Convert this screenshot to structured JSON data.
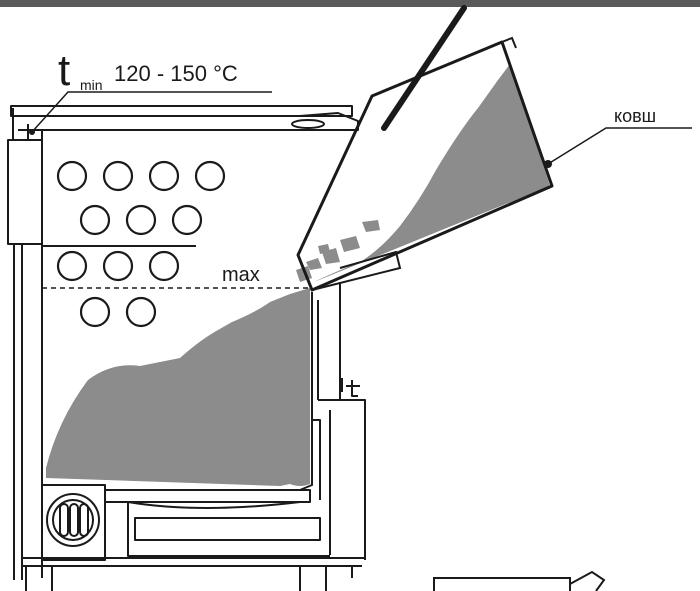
{
  "labels": {
    "t_symbol": "t",
    "t_subscript": "min",
    "temperature_range": "120 - 150 °C",
    "max": "max",
    "ladle": "ковш"
  },
  "colors": {
    "top_band": "#5a5a5a",
    "outline": "#1a1a1a",
    "fuel": "#8c8c8c",
    "background": "#ffffff"
  }
}
